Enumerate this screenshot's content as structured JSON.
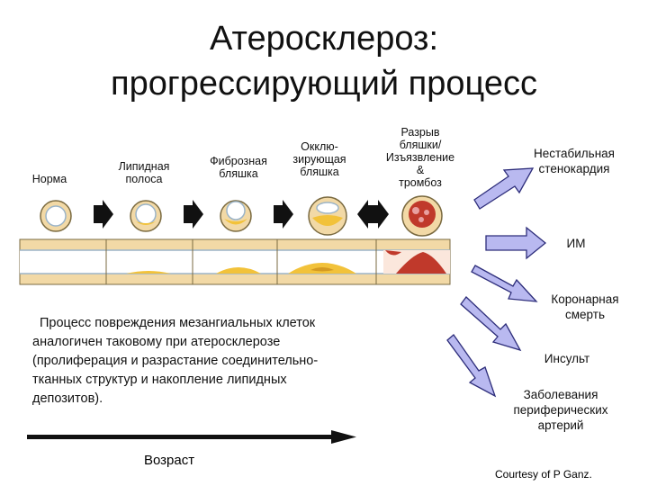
{
  "title": {
    "line1": "Атеросклероз:",
    "line2": "прогрессирующий процесс"
  },
  "stages": [
    {
      "lines": [
        "Норма"
      ]
    },
    {
      "lines": [
        "Липидная",
        "полоса"
      ]
    },
    {
      "lines": [
        "Фиброзная",
        "бляшка"
      ]
    },
    {
      "lines": [
        "Окклю-",
        "зирующая",
        "бляшка"
      ]
    },
    {
      "lines": [
        "Разрыв",
        "бляшки/",
        "Изъязвление",
        "&",
        "тромбоз"
      ]
    }
  ],
  "outcomes": [
    {
      "lines": [
        "Нестабильная",
        "стенокардия"
      ]
    },
    {
      "lines": [
        "ИМ"
      ]
    },
    {
      "lines": [
        "Коронарная",
        "смерть"
      ]
    },
    {
      "lines": [
        "Инсульт"
      ]
    },
    {
      "lines": [
        "Заболевания",
        "периферических",
        "артерий"
      ]
    }
  ],
  "body_text": [
    "Процесс повреждения мезангиальных клеток",
    "аналогичен таковому при атеросклерозе",
    "(пролиферация и разрастание соединительно-",
    "тканных структур и накопление липидных",
    "депозитов)."
  ],
  "axis_label": "Возраст",
  "credit": "Courtesy of P Ganz.",
  "colors": {
    "vessel_wall": "#f2d9a6",
    "lumen": "#ffffff",
    "lipid": "#f2c23a",
    "thrombus": "#c0392b",
    "outcome_arrow": "#b9b9f0",
    "background": "#ffffff"
  }
}
